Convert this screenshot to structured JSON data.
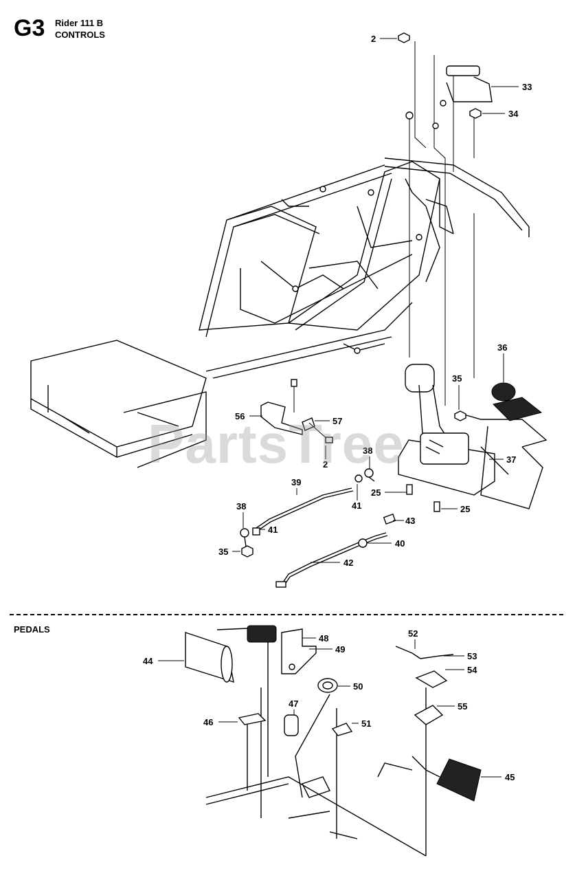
{
  "header": {
    "code": "G3",
    "model": "Rider 111 B",
    "title": "CONTROLS"
  },
  "watermark": "PartsTree",
  "section_pedals": "PEDALS",
  "callouts": {
    "c2_top": "2",
    "c33": "33",
    "c34": "34",
    "c36": "36",
    "c35_right": "35",
    "c56": "56",
    "c57": "57",
    "c2_mid": "2",
    "c38_right": "38",
    "c37": "37",
    "c39": "39",
    "c25_left": "25",
    "c41_right": "41",
    "c25_right": "25",
    "c38_left": "38",
    "c41_left": "41",
    "c43": "43",
    "c35_left": "35",
    "c40": "40",
    "c42": "42",
    "c48": "48",
    "c49": "49",
    "c44": "44",
    "c52": "52",
    "c53": "53",
    "c54": "54",
    "c50": "50",
    "c47": "47",
    "c55": "55",
    "c46": "46",
    "c51": "51",
    "c45": "45"
  }
}
